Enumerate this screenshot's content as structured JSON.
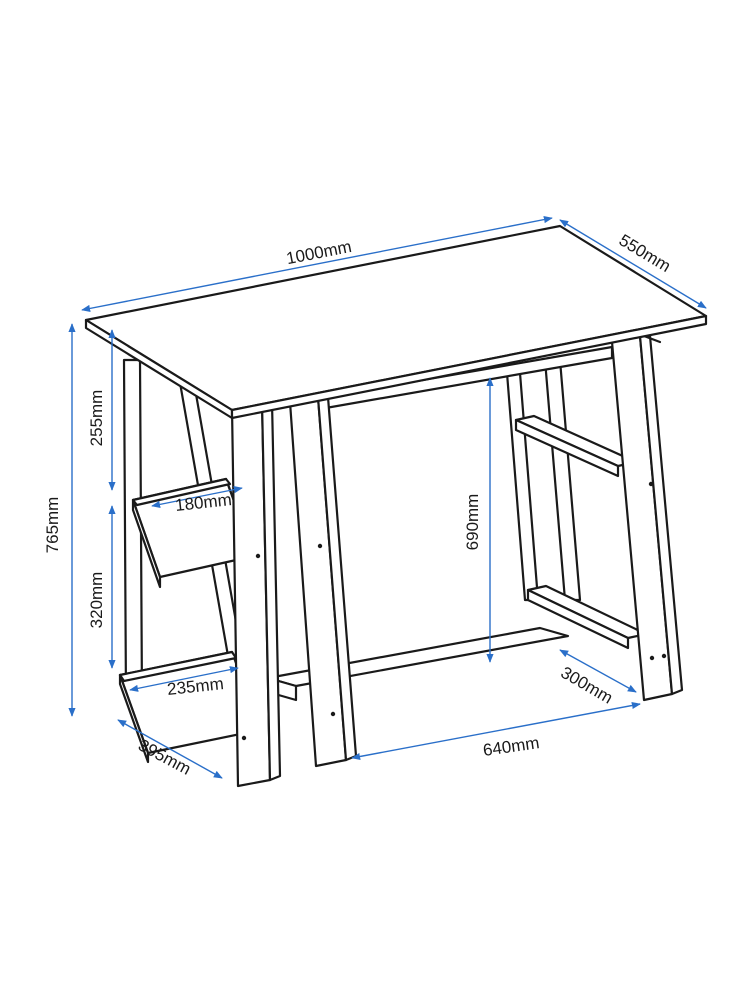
{
  "dimensions": {
    "top_width": "1000mm",
    "top_depth": "550mm",
    "total_height": "765mm",
    "upper_gap": "255mm",
    "lower_gap": "320mm",
    "upper_shelf_depth": "180mm",
    "lower_shelf_depth": "235mm",
    "foot_depth": "395mm",
    "clear_height": "690mm",
    "right_lower_shelf": "300mm",
    "inner_width": "640mm"
  },
  "colors": {
    "outline": "#1a1a1a",
    "dimension": "#2a6fc9",
    "background": "#ffffff"
  }
}
